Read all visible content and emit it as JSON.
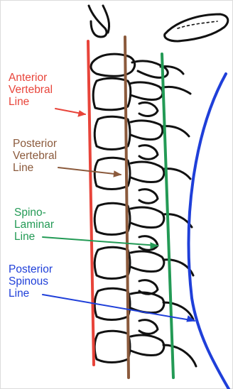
{
  "labels": {
    "anterior_vertebral": {
      "lines": [
        "Anterior",
        "Vertebral",
        "Line"
      ],
      "color": "#e8443a"
    },
    "posterior_vertebral": {
      "lines": [
        "Posterior",
        "Vertebral",
        "Line"
      ],
      "color": "#8b5a3c"
    },
    "spino_laminar": {
      "lines": [
        "Spino-",
        "Laminar",
        "Line"
      ],
      "color": "#239a55"
    },
    "posterior_spinous": {
      "lines": [
        "Posterior",
        "Spinous",
        "Line"
      ],
      "color": "#1f3fd9"
    }
  },
  "colors": {
    "outline": "#111111",
    "background": "#ffffff",
    "border": "#dcdcdc"
  }
}
